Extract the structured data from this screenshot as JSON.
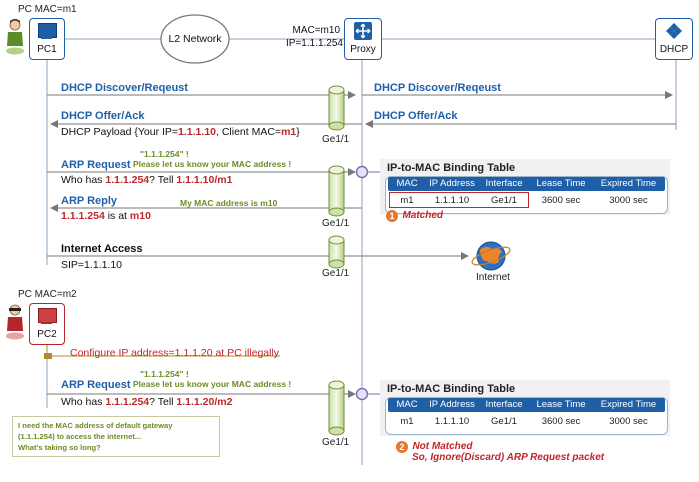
{
  "header": {
    "pc1_caption": "PC MAC=m1",
    "pc1_label": "PC1",
    "network_label": "L2 Network",
    "proxy_mac": "MAC=m10",
    "proxy_ip": "IP=1.1.1.254",
    "proxy_label": "Proxy",
    "dhcp_label": "DHCP"
  },
  "flow1": {
    "discover": "DHCP Discover/Reqeust",
    "discover_right": "DHCP Discover/Reqeust",
    "offer": "DHCP Offer/Ack",
    "offer_right": "DHCP Offer/Ack",
    "payload_prefix": "DHCP Payload {Your IP=",
    "payload_ip": "1.1.1.10",
    "payload_mid": ", Client MAC=",
    "payload_mac": "m1",
    "payload_suffix": "}",
    "port1": "Ge1/1"
  },
  "arp1": {
    "hint_ip": "\"1.1.1.254\" !",
    "hint_text": "Please let us know your MAC address !",
    "request": "ARP Request",
    "who_prefix": "Who has ",
    "who_ip": "1.1.1.254",
    "who_mid": "? Tell ",
    "who_tell": "1.1.1.10/m1",
    "reply": "ARP Reply",
    "reply_hint": "My MAC address is m10",
    "reply_ip": "1.1.1.254",
    "reply_mid": " is at ",
    "reply_mac": "m10",
    "port2": "Ge1/1"
  },
  "table1": {
    "title": "IP-to-MAC Binding Table",
    "headers": [
      "MAC",
      "IP Address",
      "Interface",
      "Lease Time",
      "Expired Time"
    ],
    "row": [
      "m1",
      "1.1.1.10",
      "Ge1/1",
      "3600 sec",
      "3000 sec"
    ],
    "badge": "1",
    "status": "Matched"
  },
  "internet": {
    "title": "Internet Access",
    "sip": "SIP=1.1.1.10",
    "port3": "Ge1/1",
    "cloud_label": "Internet"
  },
  "pc2": {
    "caption": "PC MAC=m2",
    "label": "PC2",
    "configure": "Configure IP address=1.1.1.20 at PC illegally"
  },
  "arp2": {
    "hint_ip": "\"1.1.1.254\" !",
    "hint_text": "Please let us know your MAC address !",
    "request": "ARP Request",
    "who_prefix": "Who has ",
    "who_ip": "1.1.1.254",
    "who_mid": "? Tell ",
    "who_tell": "1.1.1.20/m2",
    "port4": "Ge1/1"
  },
  "table2": {
    "title": "IP-to-MAC Binding Table",
    "headers": [
      "MAC",
      "IP Address",
      "Interface",
      "Lease Time",
      "Expired Time"
    ],
    "row": [
      "m1",
      "1.1.1.10",
      "Ge1/1",
      "3600 sec",
      "3000 sec"
    ],
    "badge": "2",
    "status": "Not Matched",
    "action": "So, Ignore(Discard) ARP Request packet"
  },
  "note": {
    "line1": "I need the MAC address of default gateway",
    "line2": "(1.1.1.254) to access the internet...",
    "line3": "What's taking so long?"
  },
  "colors": {
    "accent": "#1f5fa8",
    "alert": "#c0272d",
    "hint": "#6b8e23",
    "badge": "#e8762d"
  }
}
